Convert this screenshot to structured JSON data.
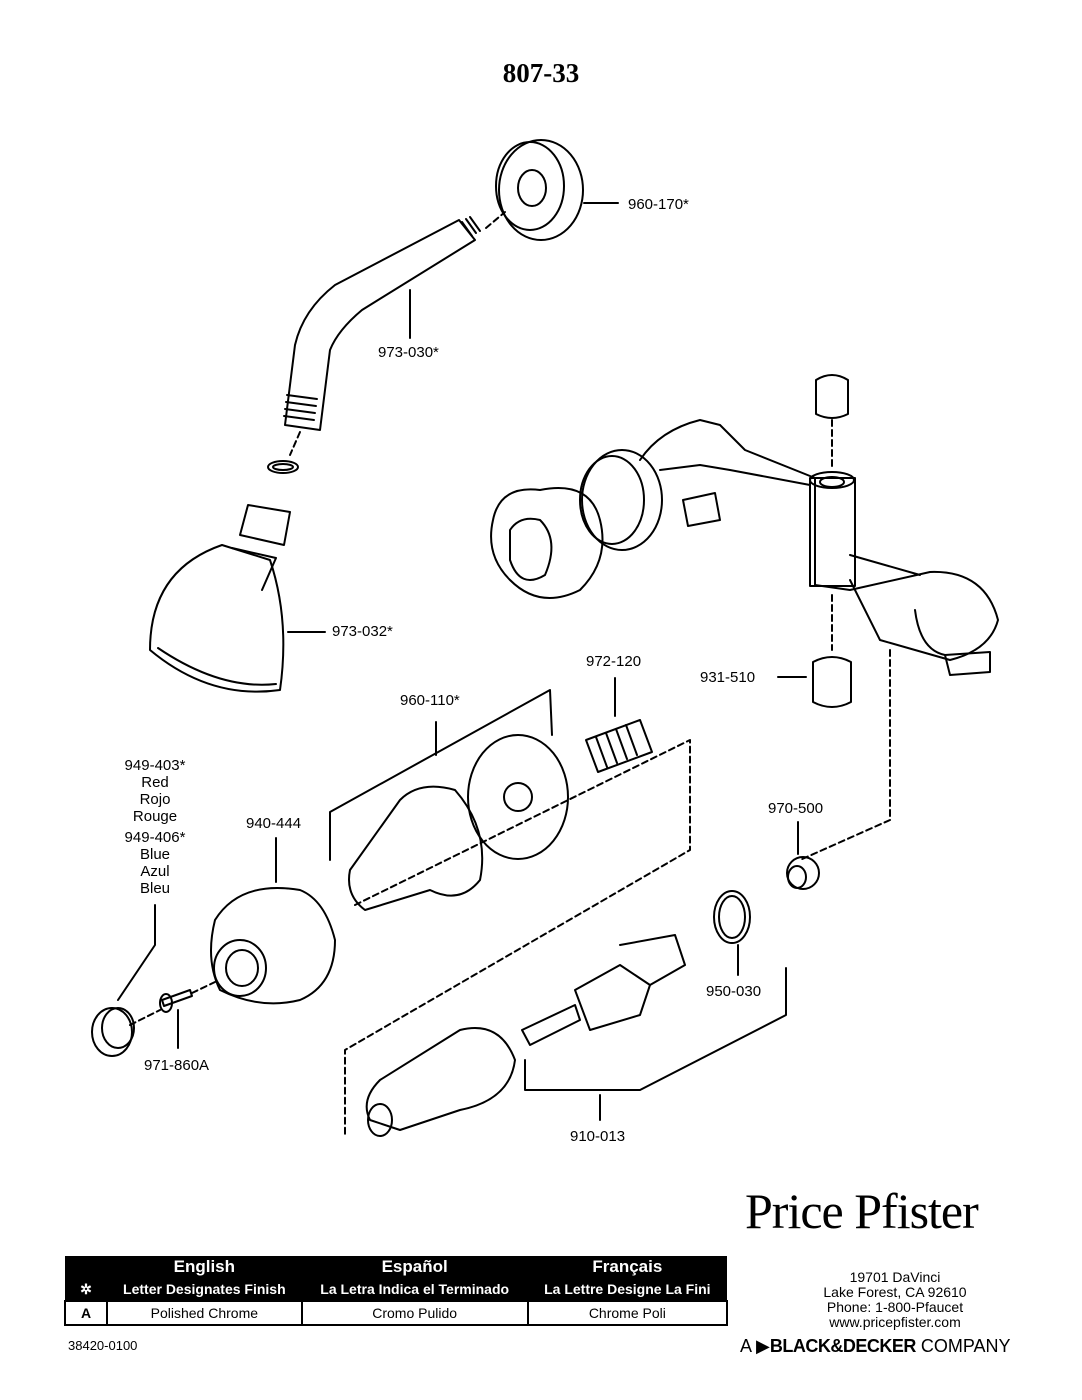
{
  "title": "807-33",
  "part_labels": {
    "p960_170": "960-170*",
    "p973_030": "973-030*",
    "p973_032": "973-032*",
    "p931_510": "931-510",
    "p972_120": "972-120",
    "p960_110": "960-110*",
    "p949_403": "949-403*",
    "red_en": "Red",
    "red_es": "Rojo",
    "red_fr": "Rouge",
    "p949_406": "949-406*",
    "blue_en": "Blue",
    "blue_es": "Azul",
    "blue_fr": "Bleu",
    "p940_444": "940-444",
    "p970_500": "970-500",
    "p950_030": "950-030",
    "p971_860A": "971-860A",
    "p910_013": "910-013"
  },
  "brand": {
    "logo": "Price Pfister",
    "address_line1": "19701 DaVinci",
    "address_line2": "Lake Forest, CA 92610",
    "phone": "Phone: 1-800-Pfaucet",
    "website": "www.pricepfister.com",
    "company_prefix": "A",
    "company_name": "BLACK&DECKER",
    "company_suffix": "COMPANY"
  },
  "finish_table": {
    "languages": [
      "English",
      "Español",
      "Français"
    ],
    "header_symbol": "✲",
    "header_texts": [
      "Letter Designates Finish",
      "La Letra Indica el Terminado",
      "La Lettre Designe La Fini"
    ],
    "rows": [
      {
        "code": "A",
        "values": [
          "Polished Chrome",
          "Cromo Pulido",
          "Chrome Poli"
        ]
      }
    ]
  },
  "doc_number": "38420-0100"
}
